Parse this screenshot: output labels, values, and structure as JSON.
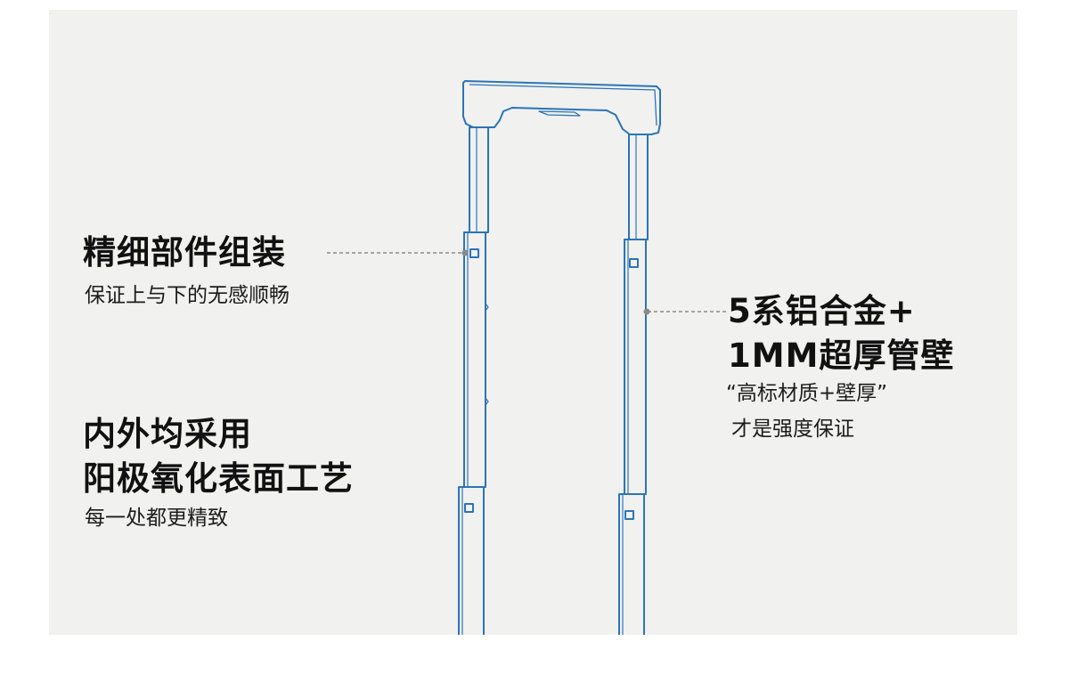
{
  "colors": {
    "background": "#f1f1f0",
    "frame_stroke": "#2c74b8",
    "leader_line": "#8a8a8a",
    "text": "#111111"
  },
  "callouts": {
    "left_top": {
      "title": "精细部件组装",
      "subtitle": "保证上与下的无感顺畅"
    },
    "left_bottom": {
      "title_line1": "内外均采用",
      "title_line2": "阳极氧化表面工艺",
      "subtitle": "每一处都更精致"
    },
    "right": {
      "title_line1": "5系铝合金+",
      "title_line2": "1MM超厚管壁",
      "subtitle_line1": "“高标材质+壁厚”",
      "subtitle_line2": "才是强度保证"
    }
  }
}
